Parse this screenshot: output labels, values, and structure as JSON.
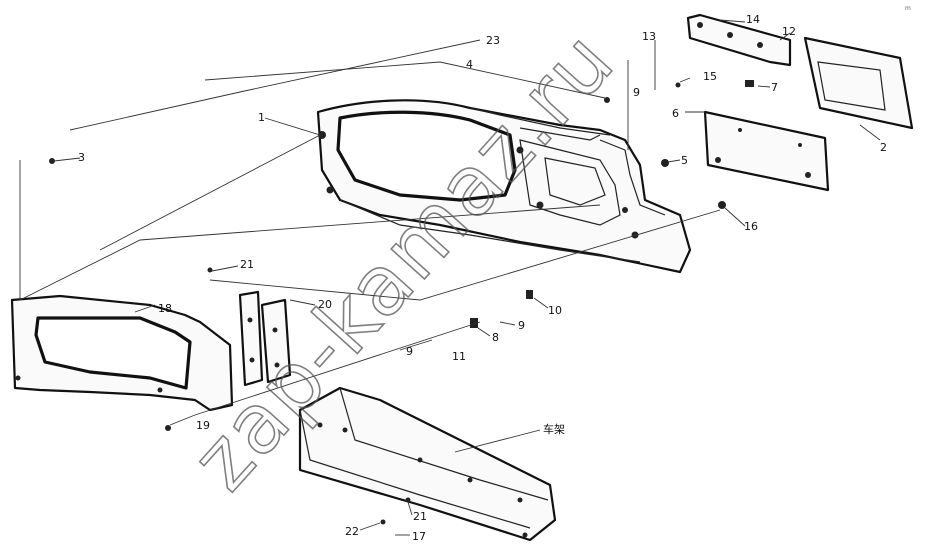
{
  "watermark": "zap-kamaz.ru",
  "corner_mark": "ⅿ",
  "callouts": [
    {
      "id": "23",
      "text": "23"
    },
    {
      "id": "4",
      "text": "4"
    },
    {
      "id": "1",
      "text": "1"
    },
    {
      "id": "3",
      "text": "3"
    },
    {
      "id": "13",
      "text": "13"
    },
    {
      "id": "14",
      "text": "14"
    },
    {
      "id": "12",
      "text": "12"
    },
    {
      "id": "15",
      "text": "15"
    },
    {
      "id": "7",
      "text": "7"
    },
    {
      "id": "6",
      "text": "6"
    },
    {
      "id": "9a",
      "text": "9"
    },
    {
      "id": "2",
      "text": "2"
    },
    {
      "id": "5",
      "text": "5"
    },
    {
      "id": "16",
      "text": "16"
    },
    {
      "id": "21a",
      "text": "21"
    },
    {
      "id": "18",
      "text": "18"
    },
    {
      "id": "20",
      "text": "20"
    },
    {
      "id": "10",
      "text": "10"
    },
    {
      "id": "9b",
      "text": "9"
    },
    {
      "id": "8",
      "text": "8"
    },
    {
      "id": "9c",
      "text": "9"
    },
    {
      "id": "11",
      "text": "11"
    },
    {
      "id": "19",
      "text": "19"
    },
    {
      "id": "frame",
      "text": "车架"
    },
    {
      "id": "21b",
      "text": "21"
    },
    {
      "id": "22",
      "text": "22"
    },
    {
      "id": "17",
      "text": "17"
    }
  ]
}
